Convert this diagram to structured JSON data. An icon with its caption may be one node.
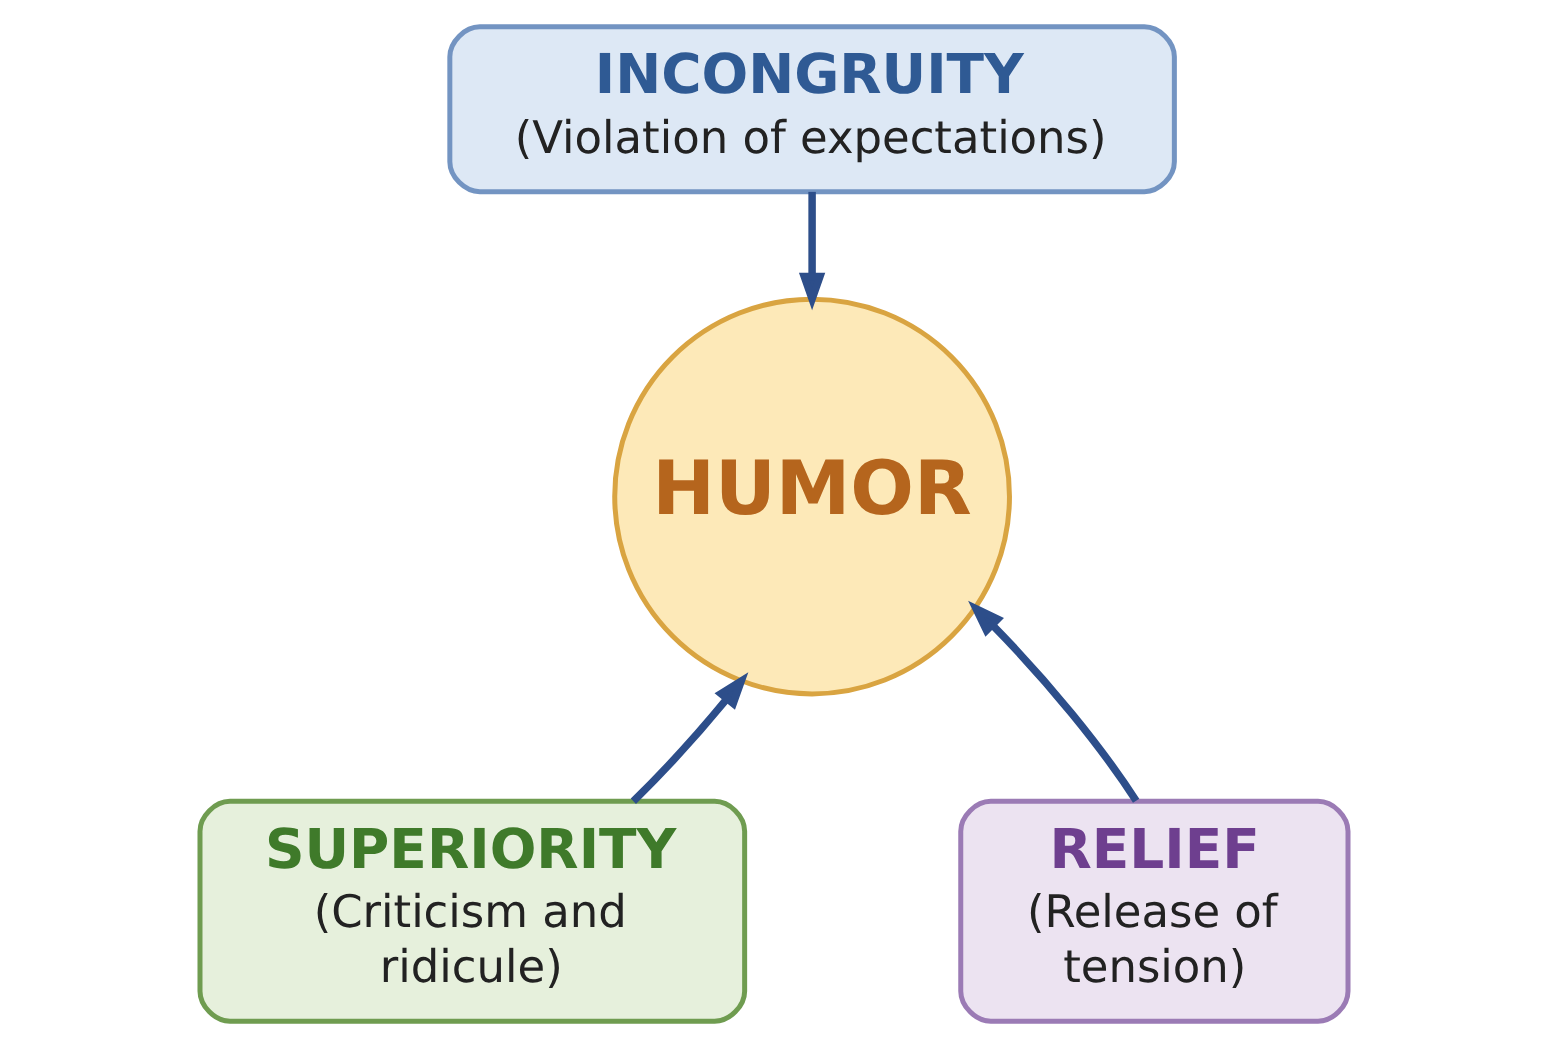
{
  "diagram": {
    "nodes": [
      {
        "text": [
          "INCONGRUITY",
          "(Violation of expectations)"
        ]
      },
      {
        "text": [
          "HUMOR"
        ]
      },
      {
        "text": [
          "SUPERIORITY",
          "(Criticism and ridicule)"
        ]
      },
      {
        "text": [
          "RELIEF",
          "(Release of tension)"
        ]
      }
    ],
    "edges": [
      {
        "from": 0,
        "to": 1,
        "arrow": "to"
      },
      {
        "from": 2,
        "to": 1,
        "arrow": "to"
      },
      {
        "from": 3,
        "to": 1,
        "arrow": "to"
      }
    ]
  }
}
